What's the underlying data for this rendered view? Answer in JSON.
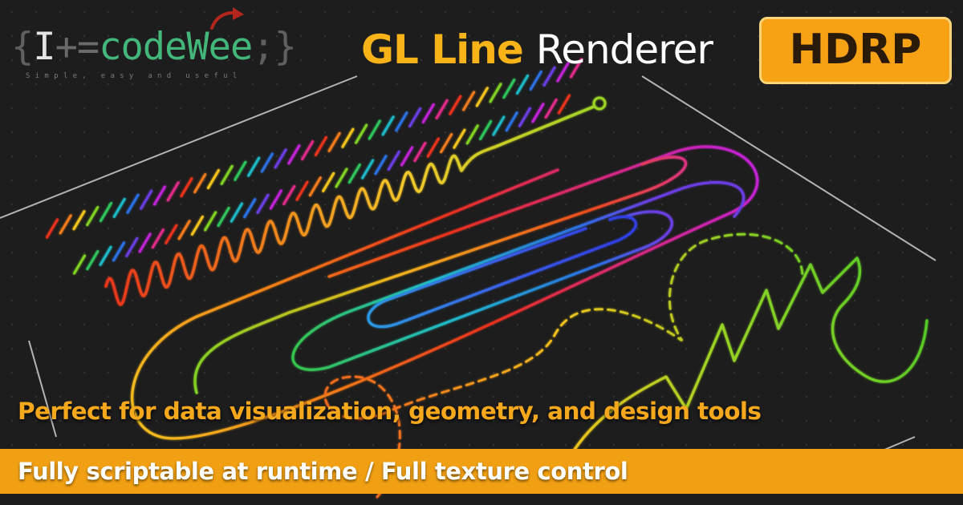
{
  "logo": {
    "brace_open": "{",
    "cap_i": "I",
    "operator": "+=",
    "name": "codeWee",
    "semicolon": ";",
    "brace_close": "}",
    "tagline": "Simple, easy and useful",
    "name_color": "#43b77a",
    "arrow_color": "#b3261e"
  },
  "title": {
    "accent": "GL Line",
    "plain": "Renderer",
    "badge": "HDRP",
    "accent_color": "#f7b318",
    "badge_color": "#f7a214"
  },
  "tagline": {
    "text": "Perfect for data visualization, geometry, and design tools",
    "color": "#f6a81d"
  },
  "banner": {
    "text": "Fully scriptable at runtime / Full texture control",
    "color": "#f2a013"
  },
  "artwork": {
    "icons": [
      "grid-plane",
      "rainbow-dash-rows",
      "sine-wave-line",
      "spiral-lines",
      "zigzag-line",
      "dashed-curve"
    ]
  }
}
